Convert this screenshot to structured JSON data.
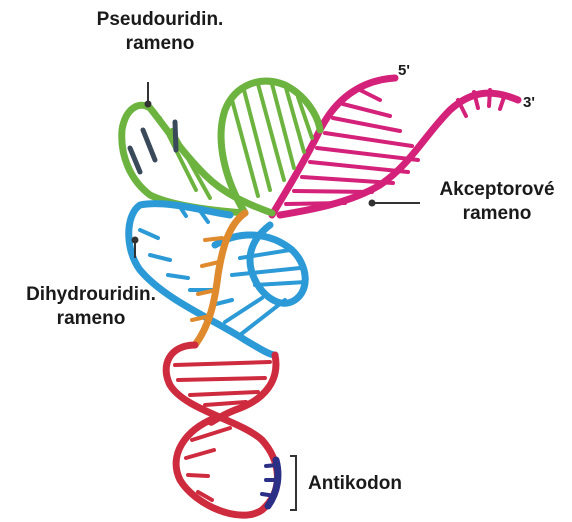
{
  "labels": {
    "pseudouridine_line1": "Pseudouridin.",
    "pseudouridine_line2": "rameno",
    "acceptor_line1": "Akceptorové",
    "acceptor_line2": "rameno",
    "dihydrouridine_line1": "Dihydrouridin.",
    "dihydrouridine_line2": "rameno",
    "anticodon": "Antikodon",
    "five_prime": "5'",
    "three_prime": "3'"
  },
  "colors": {
    "acceptor": "#d4217a",
    "pseudouridine": "#6db33f",
    "dihydrouridine": "#2c9ad6",
    "variable": "#e08a2e",
    "anticodon_arm": "#cf2b3e",
    "anticodon": "#2b2f86",
    "leader": "#333333"
  }
}
